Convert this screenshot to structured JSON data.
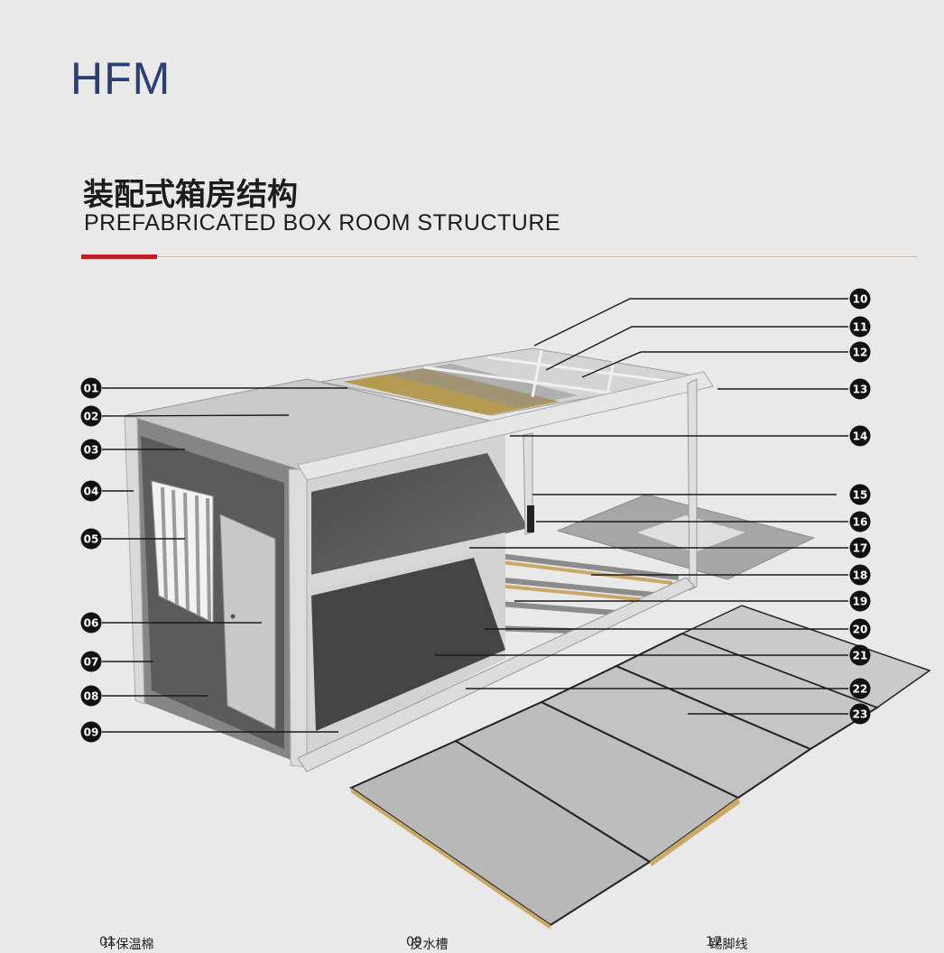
{
  "brand": "HFM",
  "title_cn": "装配式箱房结构",
  "title_en": "PREFABRICATED BOX ROOM STRUCTURE",
  "colors": {
    "accent": "#c21c24",
    "brand": "#2c3f75",
    "badge": "#111111"
  },
  "callouts": [
    "01",
    "02",
    "03",
    "04",
    "05",
    "06",
    "07",
    "08",
    "09",
    "10",
    "11",
    "12",
    "13",
    "14",
    "15",
    "16",
    "17",
    "18",
    "19",
    "20",
    "21",
    "22",
    "23"
  ],
  "legend": [
    {
      "num": "01",
      "text": "环保温棉"
    },
    {
      "num": "09",
      "text": "反水槽"
    },
    {
      "num": "17",
      "text": "踢脚线"
    }
  ]
}
